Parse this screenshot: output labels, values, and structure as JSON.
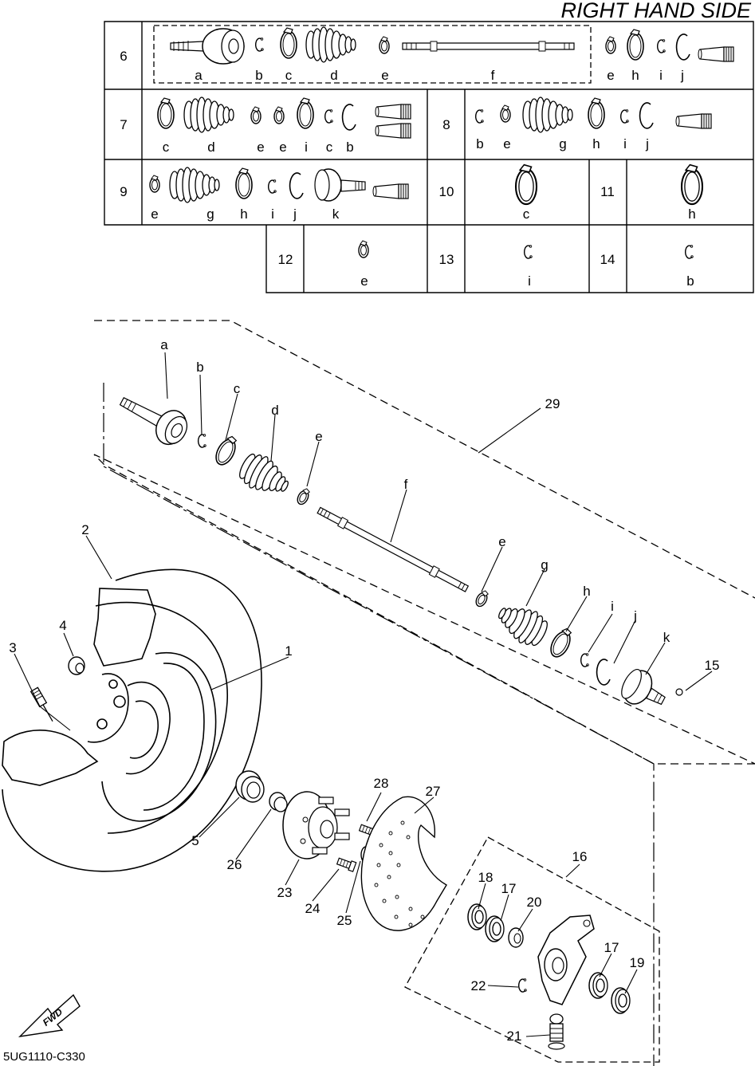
{
  "title": "RIGHT HAND SIDE",
  "diagram_code": "5UG1110-C330",
  "fwd_label": "FWD",
  "kit_table": {
    "rows": [
      {
        "no": "6",
        "letters": [
          "a",
          "b",
          "c",
          "d",
          "e",
          "f",
          "e",
          "h",
          "i",
          "j"
        ]
      },
      {
        "no": "7",
        "letters": [
          "c",
          "d",
          "e",
          "e",
          "i",
          "c",
          "b"
        ]
      },
      {
        "no": "8",
        "letters": [
          "b",
          "e",
          "g",
          "h",
          "i",
          "j"
        ]
      },
      {
        "no": "9",
        "letters": [
          "e",
          "g",
          "h",
          "i",
          "j",
          "k"
        ]
      },
      {
        "no": "10",
        "letters": [
          "c"
        ]
      },
      {
        "no": "11",
        "letters": [
          "h"
        ]
      },
      {
        "no": "12",
        "letters": [
          "e"
        ]
      },
      {
        "no": "13",
        "letters": [
          "i"
        ]
      },
      {
        "no": "14",
        "letters": [
          "b"
        ]
      }
    ]
  },
  "shaft_letters": [
    "a",
    "b",
    "c",
    "d",
    "e",
    "f",
    "e",
    "g",
    "h",
    "i",
    "j",
    "k"
  ],
  "part_numbers": [
    "1",
    "2",
    "3",
    "4",
    "5",
    "15",
    "16",
    "17",
    "17",
    "18",
    "19",
    "20",
    "21",
    "22",
    "23",
    "24",
    "25",
    "26",
    "27",
    "28",
    "29"
  ]
}
